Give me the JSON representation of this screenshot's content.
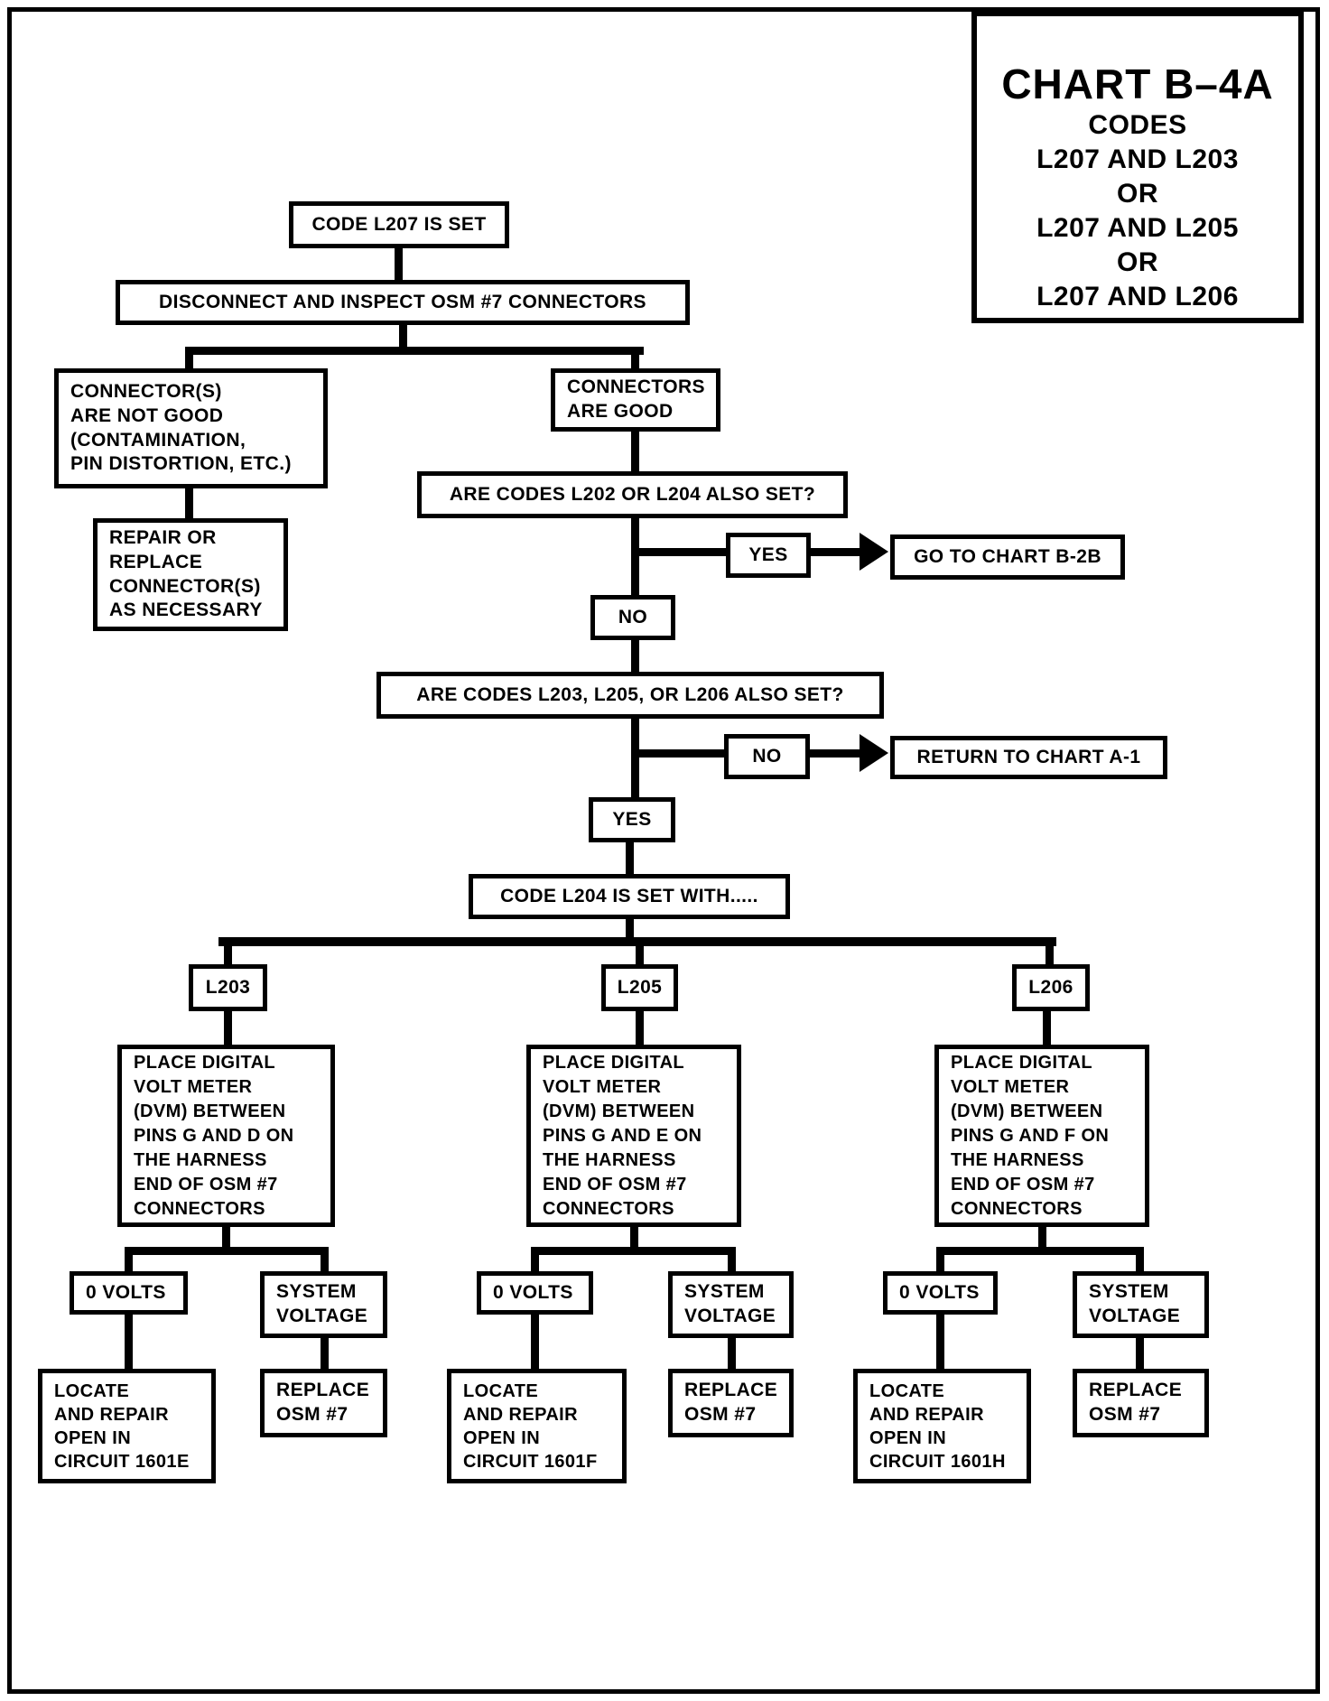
{
  "colors": {
    "ink": "#000000",
    "paper": "#ffffff"
  },
  "title_box": {
    "title": "CHART B–4A",
    "subtitle_lines": [
      "CODES",
      "L207 AND L203",
      "OR",
      "L207 AND L205",
      "OR",
      "L207 AND L206"
    ]
  },
  "nodes": {
    "start": "CODE L207 IS SET",
    "inspect": "DISCONNECT AND INSPECT OSM #7 CONNECTORS",
    "connectors_not_good": "CONNECTOR(S)\nARE NOT GOOD\n(CONTAMINATION,\nPIN DISTORTION, ETC.)",
    "repair_connectors": "REPAIR OR\nREPLACE\nCONNECTOR(S)\nAS NECESSARY",
    "connectors_good": "CONNECTORS\nARE GOOD",
    "question_l202_l204": "ARE CODES L202 OR L204 ALSO SET?",
    "yes_1": "YES",
    "goto_chart_b2b": "GO TO CHART B-2B",
    "no_1": "NO",
    "question_l203_l205_l206": "ARE CODES L203, L205, OR L206 ALSO SET?",
    "no_2": "NO",
    "return_chart_a1": "RETURN TO CHART A-1",
    "yes_2": "YES",
    "code_l204_set_with": "CODE L204 IS SET WITH....."
  },
  "columns": [
    {
      "code": "L203",
      "dvm": "PLACE DIGITAL\nVOLT METER\n(DVM) BETWEEN\nPINS G AND D ON\nTHE HARNESS\nEND OF OSM #7\nCONNECTORS",
      "zero_volts": "0 VOLTS",
      "system_voltage": "SYSTEM\nVOLTAGE",
      "locate_repair": "LOCATE\nAND REPAIR\nOPEN IN\nCIRCUIT 1601E",
      "replace": "REPLACE\nOSM #7"
    },
    {
      "code": "L205",
      "dvm": "PLACE DIGITAL\nVOLT METER\n(DVM) BETWEEN\nPINS G AND E ON\nTHE HARNESS\nEND OF OSM #7\nCONNECTORS",
      "zero_volts": "0 VOLTS",
      "system_voltage": "SYSTEM\nVOLTAGE",
      "locate_repair": "LOCATE\nAND REPAIR\nOPEN IN\nCIRCUIT 1601F",
      "replace": "REPLACE\nOSM #7"
    },
    {
      "code": "L206",
      "dvm": "PLACE DIGITAL\nVOLT METER\n(DVM) BETWEEN\nPINS G AND F ON\nTHE HARNESS\nEND OF OSM #7\nCONNECTORS",
      "zero_volts": "0 VOLTS",
      "system_voltage": "SYSTEM\nVOLTAGE",
      "locate_repair": "LOCATE\nAND REPAIR\nOPEN IN\nCIRCUIT 1601H",
      "replace": "REPLACE\nOSM #7"
    }
  ]
}
